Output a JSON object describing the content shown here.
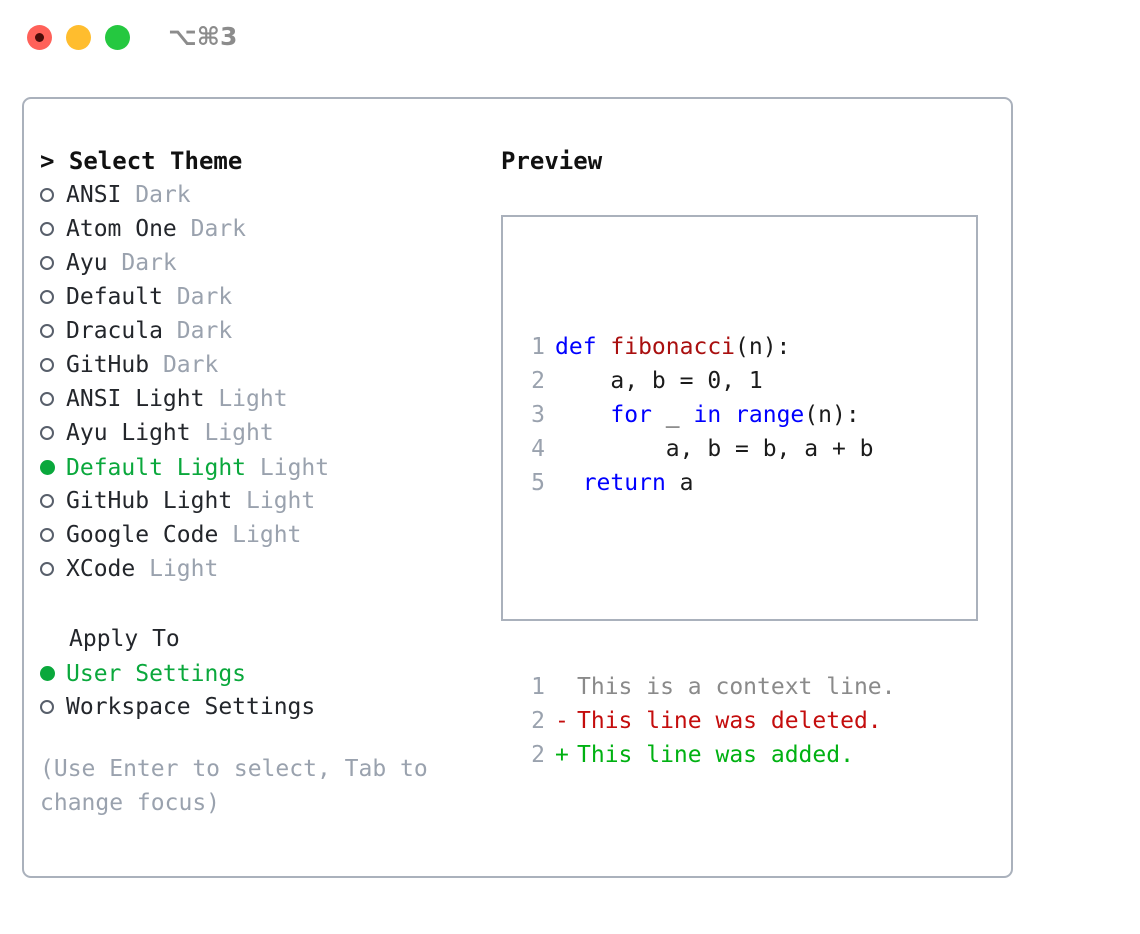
{
  "titlebar": {
    "shortcut": "⌥⌘3",
    "lights": [
      "close-red",
      "minimize-yellow",
      "maximize-green"
    ]
  },
  "theme_list": {
    "header": "> Select Theme",
    "items": [
      {
        "marker": "○",
        "name": "ANSI",
        "variant": "Dark",
        "selected": false
      },
      {
        "marker": "○",
        "name": "Atom One",
        "variant": "Dark",
        "selected": false
      },
      {
        "marker": "○",
        "name": "Ayu",
        "variant": "Dark",
        "selected": false
      },
      {
        "marker": "○",
        "name": "Default",
        "variant": "Dark",
        "selected": false
      },
      {
        "marker": "○",
        "name": "Dracula",
        "variant": "Dark",
        "selected": false
      },
      {
        "marker": "○",
        "name": "GitHub",
        "variant": "Dark",
        "selected": false
      },
      {
        "marker": "○",
        "name": "ANSI Light",
        "variant": "Light",
        "selected": false
      },
      {
        "marker": "○",
        "name": "Ayu Light",
        "variant": "Light",
        "selected": false
      },
      {
        "marker": "●",
        "name": "Default Light",
        "variant": "Light",
        "selected": true
      },
      {
        "marker": "○",
        "name": "GitHub Light",
        "variant": "Light",
        "selected": false
      },
      {
        "marker": "○",
        "name": "Google Code",
        "variant": "Light",
        "selected": false
      },
      {
        "marker": "○",
        "name": "XCode",
        "variant": "Light",
        "selected": false
      }
    ]
  },
  "apply_to": {
    "title": "Apply To",
    "options": [
      {
        "marker": "●",
        "label": "User Settings",
        "selected": true
      },
      {
        "marker": "○",
        "label": "Workspace Settings",
        "selected": false
      }
    ]
  },
  "hint": "(Use Enter to select, Tab to change focus)",
  "preview": {
    "title": "Preview",
    "code_lines": [
      {
        "num": "1",
        "segments": [
          {
            "t": "def ",
            "c": "kw"
          },
          {
            "t": "fibonacci",
            "c": "fn"
          },
          {
            "t": "(n):",
            "c": "plain"
          }
        ]
      },
      {
        "num": "2",
        "segments": [
          {
            "t": "    a, b = 0, 1",
            "c": "plain"
          }
        ]
      },
      {
        "num": "3",
        "segments": [
          {
            "t": "    ",
            "c": "plain"
          },
          {
            "t": "for",
            "c": "kw"
          },
          {
            "t": " _ ",
            "c": "plain"
          },
          {
            "t": "in",
            "c": "kw"
          },
          {
            "t": " ",
            "c": "plain"
          },
          {
            "t": "range",
            "c": "kw"
          },
          {
            "t": "(n):",
            "c": "plain"
          }
        ]
      },
      {
        "num": "4",
        "segments": [
          {
            "t": "        a, b = b, a + b",
            "c": "plain"
          }
        ]
      },
      {
        "num": "5",
        "segments": [
          {
            "t": "  ",
            "c": "plain"
          },
          {
            "t": "return",
            "c": "kw"
          },
          {
            "t": " a",
            "c": "plain"
          }
        ]
      }
    ],
    "diff_lines": [
      {
        "num": "1",
        "mark": " ",
        "text": "This is a context line.",
        "kind": "context"
      },
      {
        "num": "2",
        "mark": "-",
        "text": "This line was deleted.",
        "kind": "del"
      },
      {
        "num": "2",
        "mark": "+",
        "text": "This line was added.",
        "kind": "add"
      }
    ]
  },
  "colors": {
    "accent_green": "#0aa83c",
    "muted_gray": "#9aa2ae",
    "border": "#aab1bc",
    "keyword_blue": "#0000ff",
    "function_red": "#a90f0f",
    "diff_del_red": "#c40d0d",
    "diff_add_green": "#00b112",
    "light_red": "#ff6159",
    "light_yellow": "#ffbd2e",
    "light_green": "#25c840"
  }
}
